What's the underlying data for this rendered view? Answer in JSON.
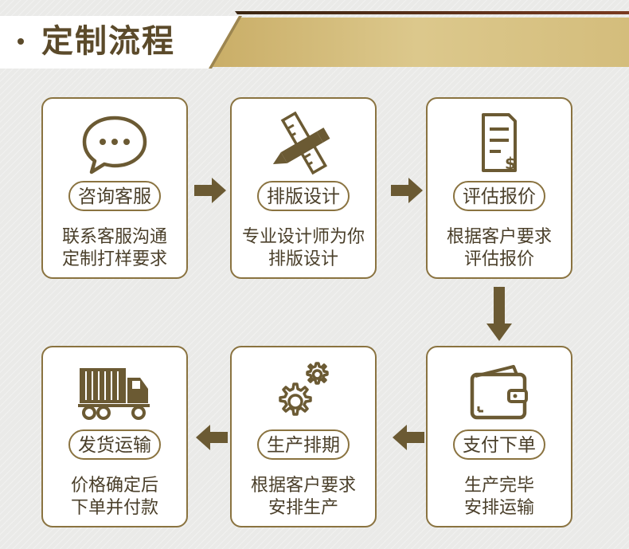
{
  "header": {
    "title": "定制流程"
  },
  "steps": [
    {
      "label": "咨询客服",
      "desc": [
        "联系客服沟通",
        "定制打样要求"
      ],
      "icon": "chat-bubble-icon"
    },
    {
      "label": "排版设计",
      "desc": [
        "专业设计师为你",
        "排版设计"
      ],
      "icon": "pen-ruler-icon"
    },
    {
      "label": "评估报价",
      "desc": [
        "根据客户要求",
        "评估报价"
      ],
      "icon": "invoice-icon"
    },
    {
      "label": "支付下单",
      "desc": [
        "生产完毕",
        "安排运输"
      ],
      "icon": "wallet-icon"
    },
    {
      "label": "生产排期",
      "desc": [
        "根据客户要求",
        "安排生产"
      ],
      "icon": "gears-icon"
    },
    {
      "label": "发货运输",
      "desc": [
        "价格确定后",
        "下单并付款"
      ],
      "icon": "truck-icon"
    }
  ],
  "colors": {
    "accent": "#8a7340",
    "text": "#4a3f2a",
    "banner": "#d2bb78",
    "icon": "#6b5a33"
  }
}
